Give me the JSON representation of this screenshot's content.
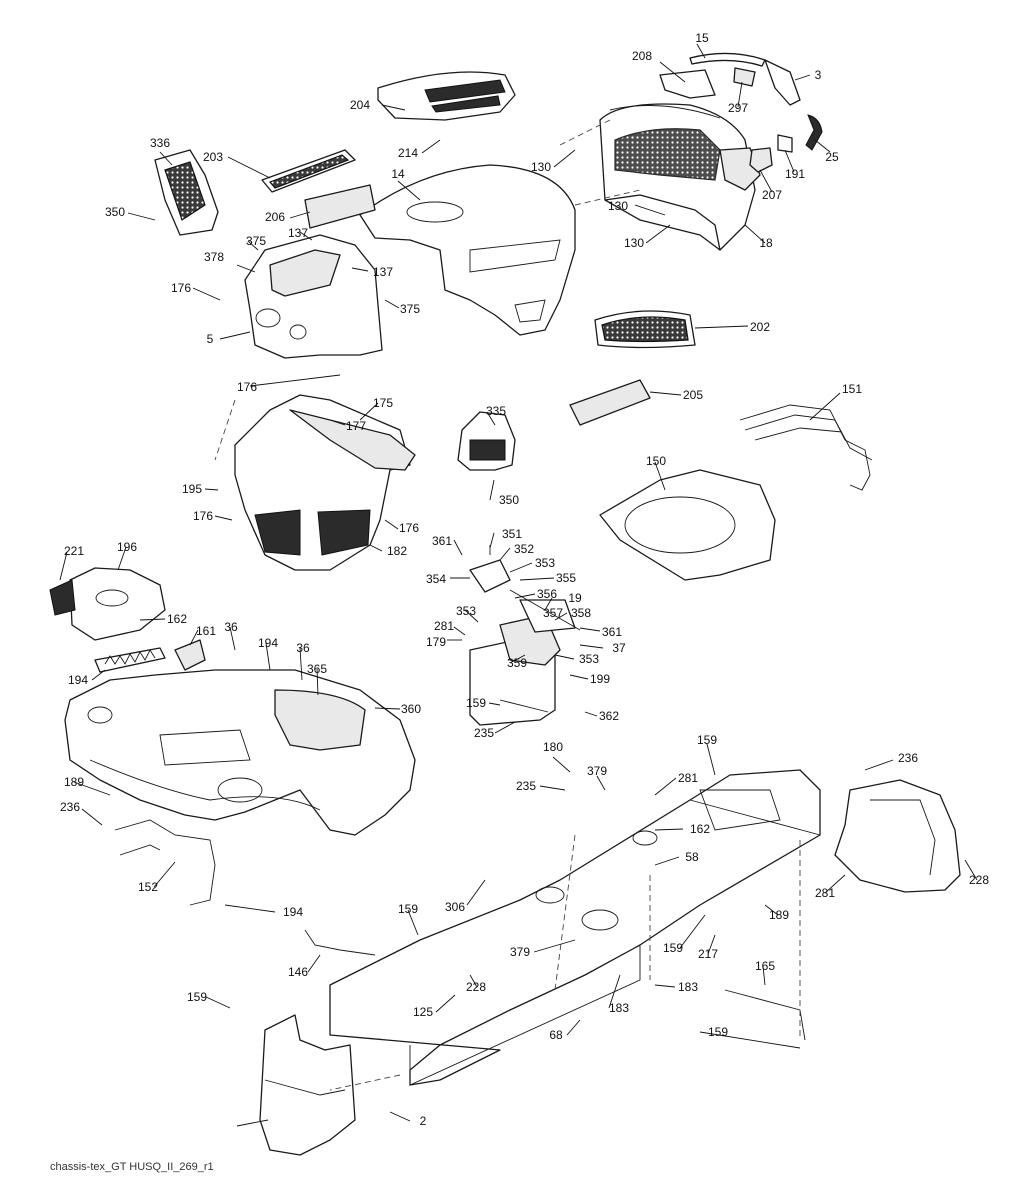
{
  "diagram": {
    "caption": "chassis-tex_GT HUSQ_II_269_r1",
    "callouts": [
      "15",
      "208",
      "3",
      "204",
      "297",
      "336",
      "214",
      "130",
      "25",
      "203",
      "14",
      "191",
      "207",
      "350",
      "206",
      "130",
      "137",
      "375",
      "378",
      "137",
      "130",
      "18",
      "176",
      "375",
      "5",
      "202",
      "176",
      "175",
      "177",
      "335",
      "205",
      "151",
      "195",
      "176",
      "176",
      "350",
      "150",
      "182",
      "361",
      "351",
      "352",
      "221",
      "196",
      "353",
      "354",
      "355",
      "356",
      "19",
      "357",
      "358",
      "162",
      "353",
      "161",
      "36",
      "281",
      "361",
      "179",
      "37",
      "194",
      "36",
      "359",
      "365",
      "353",
      "199",
      "194",
      "360",
      "159",
      "362",
      "235",
      "180",
      "159",
      "379",
      "281",
      "236",
      "235",
      "162",
      "189",
      "236",
      "58",
      "152",
      "281",
      "228",
      "306",
      "159",
      "189",
      "194",
      "379",
      "159",
      "217",
      "165",
      "146",
      "228",
      "183",
      "125",
      "183",
      "159",
      "68",
      "159",
      "2"
    ]
  }
}
